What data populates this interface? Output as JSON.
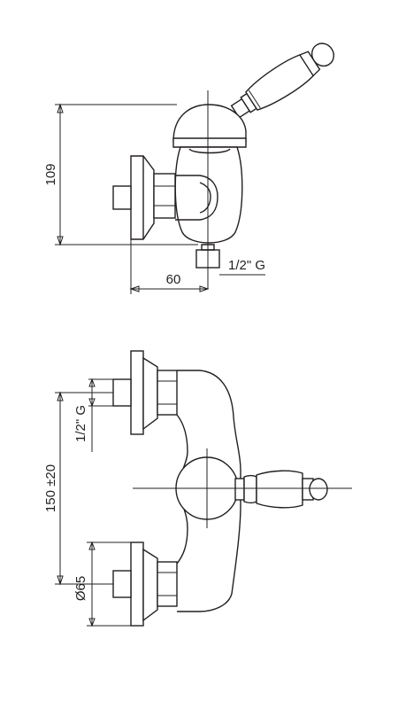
{
  "side_view": {
    "height_label": "109",
    "depth_label": "60",
    "thread_label": "1/2\" G"
  },
  "front_view": {
    "inlet_thread_label": "1/2\" G",
    "spacing_label": "150 ±20",
    "flange_diameter_label": "Ø65"
  }
}
